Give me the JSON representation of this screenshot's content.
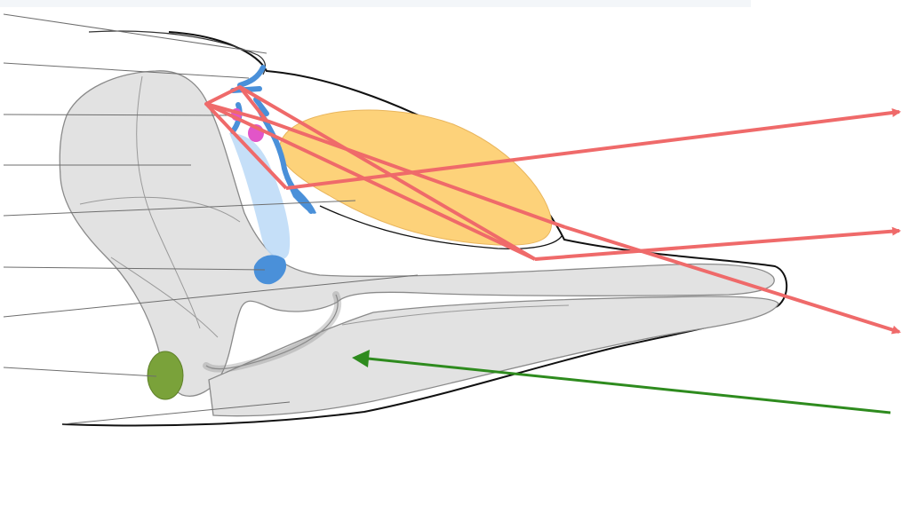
{
  "diagram": {
    "kind": "anatomical-line-drawing",
    "subject_colors": {
      "bone": "#e2e2e2",
      "bone_stroke": "#8a8a8a",
      "outline": "#111111",
      "melon": "#fdd27a",
      "air_sac_light": "#bfdcf7",
      "air_sac_dark": "#4a90d9",
      "phonic_lips": "#e255c8",
      "bulla": "#7aa23a",
      "sound_emission": "#ef6a6a",
      "sound_reception": "#2e8b1e",
      "leader_line": "#6e6e6e"
    },
    "arrows": {
      "emitted_sound": {
        "color": "#ef6a6a",
        "count": 3
      },
      "received_echo": {
        "color": "#2e8b1e",
        "count": 1
      }
    },
    "label_leader_lines": {
      "count": 9,
      "side": "left",
      "labels_visible": false
    }
  }
}
